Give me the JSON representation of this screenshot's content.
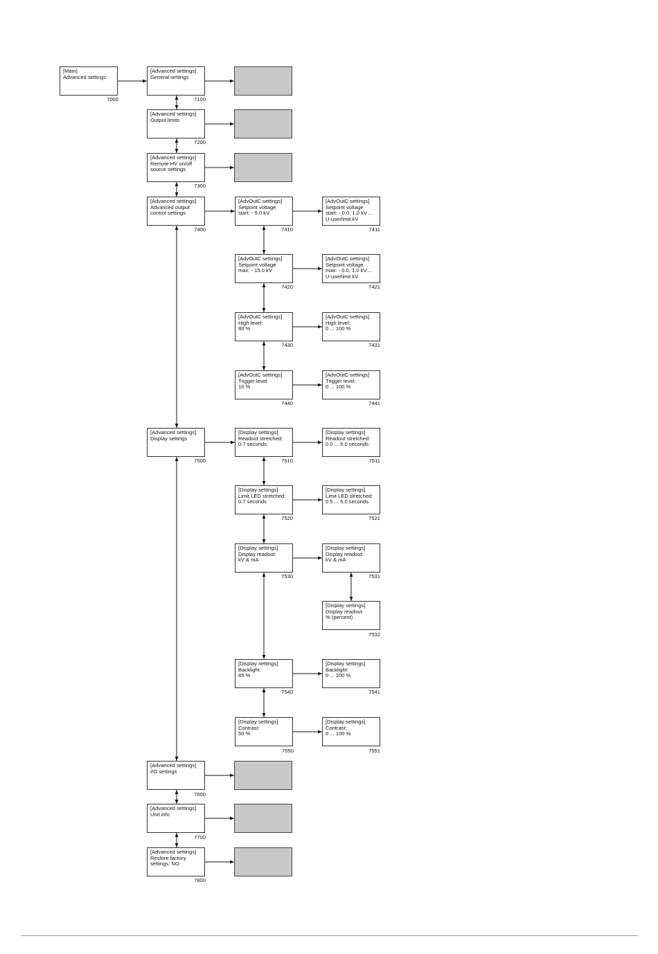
{
  "nodes": {
    "n7000": {
      "code": "7000",
      "lines": [
        "[Main]",
        "Advanced settings"
      ]
    },
    "n7100": {
      "code": "7100",
      "lines": [
        "[Advanced settings]",
        "General settings"
      ]
    },
    "n7200": {
      "code": "7200",
      "lines": [
        "[Advanced settings]",
        "Output limits"
      ]
    },
    "n7300": {
      "code": "7300",
      "lines": [
        "[Advanced settings]",
        "Remote HV on/off",
        "source settings"
      ]
    },
    "n7400": {
      "code": "7400",
      "lines": [
        "[Advanced settings]",
        "Advanced output",
        "control settings"
      ]
    },
    "n7410": {
      "code": "7410",
      "lines": [
        "[AdvOutC settings]",
        "Setpoint voltage",
        "start: - 5.0 kV"
      ]
    },
    "n7411": {
      "code": "7411",
      "lines": [
        "[AdvOutC settings]",
        "Setpoint voltage",
        "start: - 0.0, 1.0 kV ...",
        "U-userlimit kV"
      ]
    },
    "n7420": {
      "code": "7420",
      "lines": [
        "[AdvOutC settings]",
        "Setpoint voltage",
        "max: - 15.0 kV"
      ]
    },
    "n7421": {
      "code": "7421",
      "lines": [
        "[AdvOutC settings]",
        "Setpoint voltage",
        "max: - 0.0, 1.0 kV ...",
        "U-userlimit kV"
      ]
    },
    "n7430": {
      "code": "7430",
      "lines": [
        "[AdvOutC settings]",
        "High level:",
        "80 %"
      ]
    },
    "n7431": {
      "code": "7431",
      "lines": [
        "[AdvOutC settings]",
        "High level:",
        "0 ... 100 %"
      ]
    },
    "n7440": {
      "code": "7440",
      "lines": [
        "[AdvOutC settings]",
        "Trigger level:",
        "10 %"
      ]
    },
    "n7441": {
      "code": "7441",
      "lines": [
        "[AdvOutC settings]",
        "Trigger level:",
        "0 ... 100 %"
      ]
    },
    "n7500": {
      "code": "7500",
      "lines": [
        "[Advanced settings]",
        "Display settings"
      ]
    },
    "n7510": {
      "code": "7510",
      "lines": [
        "[Display settings]",
        "Readout stretched:",
        "0.7 seconds"
      ]
    },
    "n7511": {
      "code": "7511",
      "lines": [
        "[Display settings]",
        "Readout stretched:",
        "0.0 ... 5.0 seconds"
      ]
    },
    "n7520": {
      "code": "7520",
      "lines": [
        "[Display settings]",
        "Limit LED stretched:",
        "0.7 seconds"
      ]
    },
    "n7521": {
      "code": "7521",
      "lines": [
        "[Display settings]",
        "Limit LED stretched:",
        "0.5 ... 5.0 seconds"
      ]
    },
    "n7530": {
      "code": "7530",
      "lines": [
        "[Display settings]",
        "Display readout:",
        "kV & mA"
      ]
    },
    "n7531": {
      "code": "7531",
      "lines": [
        "[Display settings]",
        "Display readout:",
        "kV & mA"
      ]
    },
    "n7532": {
      "code": "7532",
      "lines": [
        "[Display settings]",
        "Display readout:",
        "% (percent)"
      ]
    },
    "n7540": {
      "code": "7540",
      "lines": [
        "[Display settings]",
        "Backlight:",
        "85 %"
      ]
    },
    "n7541": {
      "code": "7541",
      "lines": [
        "[Display settings]",
        "Backlight:",
        "0 ... 100 %"
      ]
    },
    "n7550": {
      "code": "7550",
      "lines": [
        "[Display settings]",
        "Contrast:",
        "50 %"
      ]
    },
    "n7551": {
      "code": "7551",
      "lines": [
        "[Display settings]",
        "Contrast:",
        "0 ... 100 %"
      ]
    },
    "n7600": {
      "code": "7600",
      "lines": [
        "[Advanced settings]",
        "I/O settings"
      ]
    },
    "n7700": {
      "code": "7700",
      "lines": [
        "[Advanced settings]",
        "Unit info"
      ]
    },
    "n7800": {
      "code": "7800",
      "lines": [
        "[Advanced settings]",
        "Restore factory",
        "settings: NO"
      ]
    }
  },
  "colors": {
    "line": "#111111",
    "gray_box": "#c8c8c8",
    "border": "#333333",
    "footer_rule": "#9a9a9a"
  }
}
